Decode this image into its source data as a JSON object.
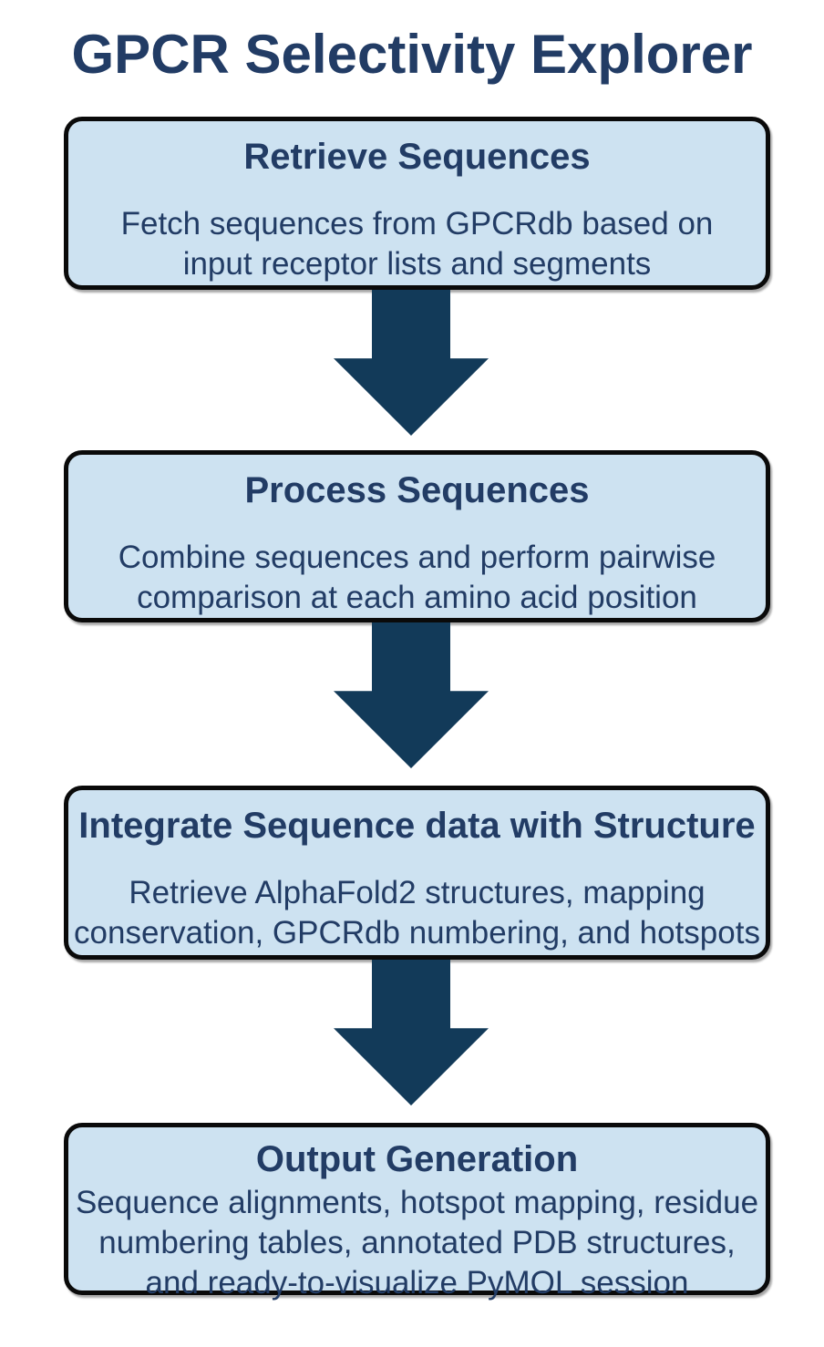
{
  "title": "GPCR Selectivity Explorer",
  "steps": [
    {
      "title": "Retrieve Sequences",
      "description": "Fetch sequences from GPCRdb based on\ninput receptor lists and segments"
    },
    {
      "title": "Process Sequences",
      "description": "Combine sequences and perform pairwise\ncomparison at each amino acid position"
    },
    {
      "title": "Integrate Sequence data with Structure",
      "description": "Retrieve AlphaFold2 structures, mapping\nconservation, GPCRdb numbering, and hotspots"
    },
    {
      "title": "Output Generation",
      "description": "Sequence alignments, hotspot mapping, residue\nnumbering tables, annotated PDB structures,\nand ready-to-visualize PyMOL session"
    }
  ],
  "icons": {
    "connector": "down-block-arrow"
  },
  "colors": {
    "background": "#ffffff",
    "node_fill": "#cde2f1",
    "node_border": "#0a0a0a",
    "arrow": "#123a59",
    "text": "#223c65"
  }
}
